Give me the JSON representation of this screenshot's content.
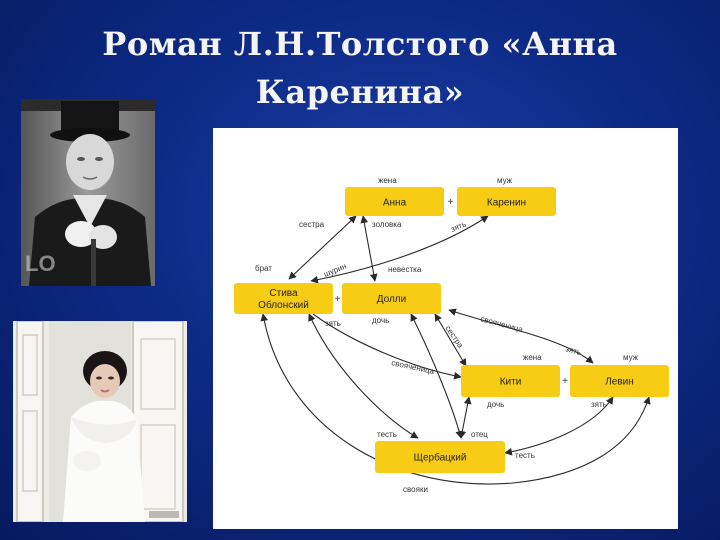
{
  "slide": {
    "title_line1": "Роман Л.Н.Толстого «Анна",
    "title_line2": "Каренина»"
  },
  "diagram": {
    "nodes": {
      "anna": "Анна",
      "karenin": "Каренин",
      "stiva_line1": "Стива",
      "stiva_line2": "Облонский",
      "dolly": "Долли",
      "kitty": "Кити",
      "levin": "Левин",
      "shcherbatsky": "Щербацкий"
    },
    "plus": "+",
    "labels": {
      "anna_role": "жена",
      "karenin_role": "муж",
      "sestra": "сестра",
      "zolovka": "золовка",
      "zyat_karenin": "зять",
      "brat": "брат",
      "shurin": "шурин",
      "nevestka": "невестка",
      "zyat_stiva": "зять",
      "doch_dolly": "дочь",
      "svoyachenitsa_top": "свояченица",
      "zyat_levin_top": "зять",
      "sestra_diag": "сестра",
      "svoyachenitsa_mid": "свояченица",
      "kitty_role": "жена",
      "levin_role": "муж",
      "doch_kitty": "дочь",
      "zyat_levin": "зять",
      "test_left": "тесть",
      "otets": "отец",
      "test_right": "тесть",
      "svoyaki": "свояки"
    }
  }
}
